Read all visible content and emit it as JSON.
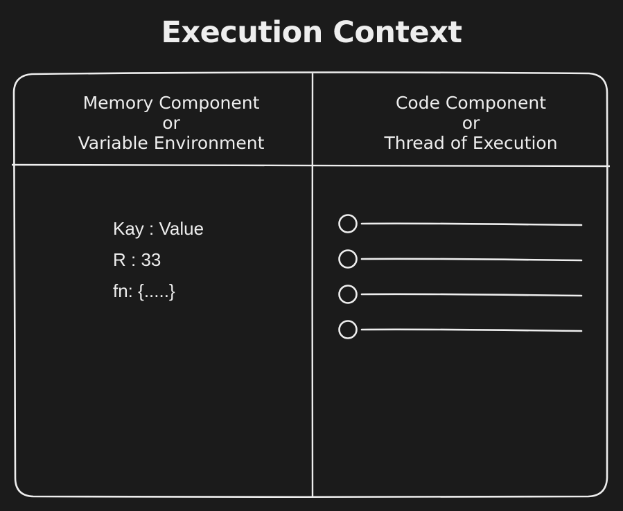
{
  "title": "Execution Context",
  "colors": {
    "background": "#1b1b1b",
    "foreground": "#eeeeee"
  },
  "memory_component": {
    "lines": [
      "Memory Component",
      "or",
      "Variable Environment"
    ],
    "entries": [
      "Kay : Value",
      "R : 33",
      "fn: {.....}"
    ]
  },
  "code_component": {
    "lines": [
      "Code Component",
      "or",
      "Thread of Execution"
    ],
    "thread_steps": 4
  }
}
